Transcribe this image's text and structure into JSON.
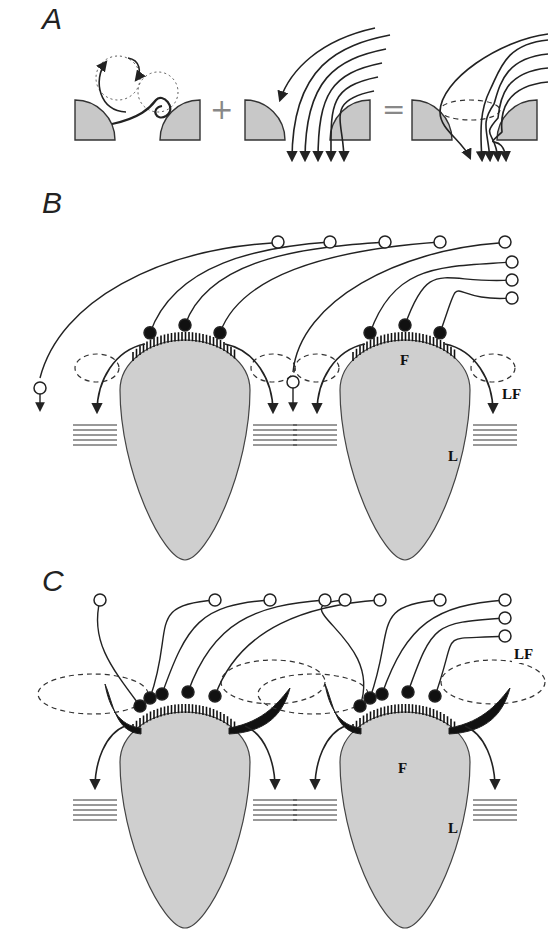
{
  "diagram": {
    "labels": [
      "A",
      "+",
      "=",
      "B",
      "F",
      "LF",
      "L",
      "C",
      "F",
      "LF",
      "L"
    ]
  }
}
